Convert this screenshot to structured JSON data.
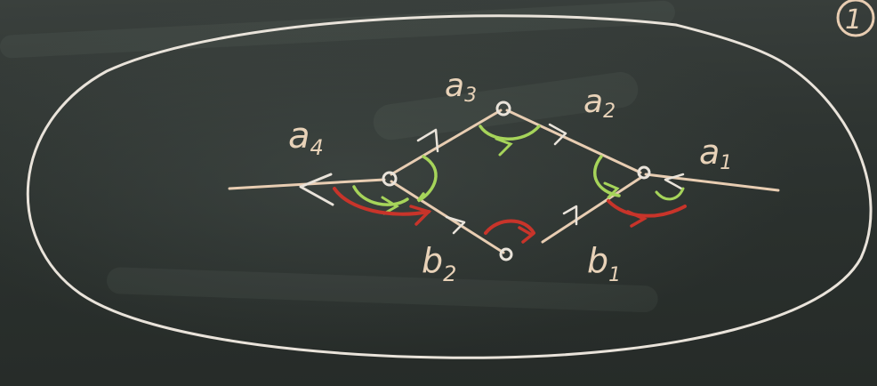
{
  "board": {
    "page_number": "1",
    "colors": {
      "chalk_white": "#e9e3da",
      "chalk_peach": "#e8cdb2",
      "chalk_green": "#a6d45a",
      "chalk_red": "#c8342a",
      "board": "#2c322f"
    }
  },
  "vertices": [
    {
      "label": "a",
      "sub": "1"
    },
    {
      "label": "a",
      "sub": "2"
    },
    {
      "label": "a",
      "sub": "3"
    },
    {
      "label": "a",
      "sub": "4"
    },
    {
      "label": "b",
      "sub": "1"
    },
    {
      "label": "b",
      "sub": "2"
    }
  ]
}
